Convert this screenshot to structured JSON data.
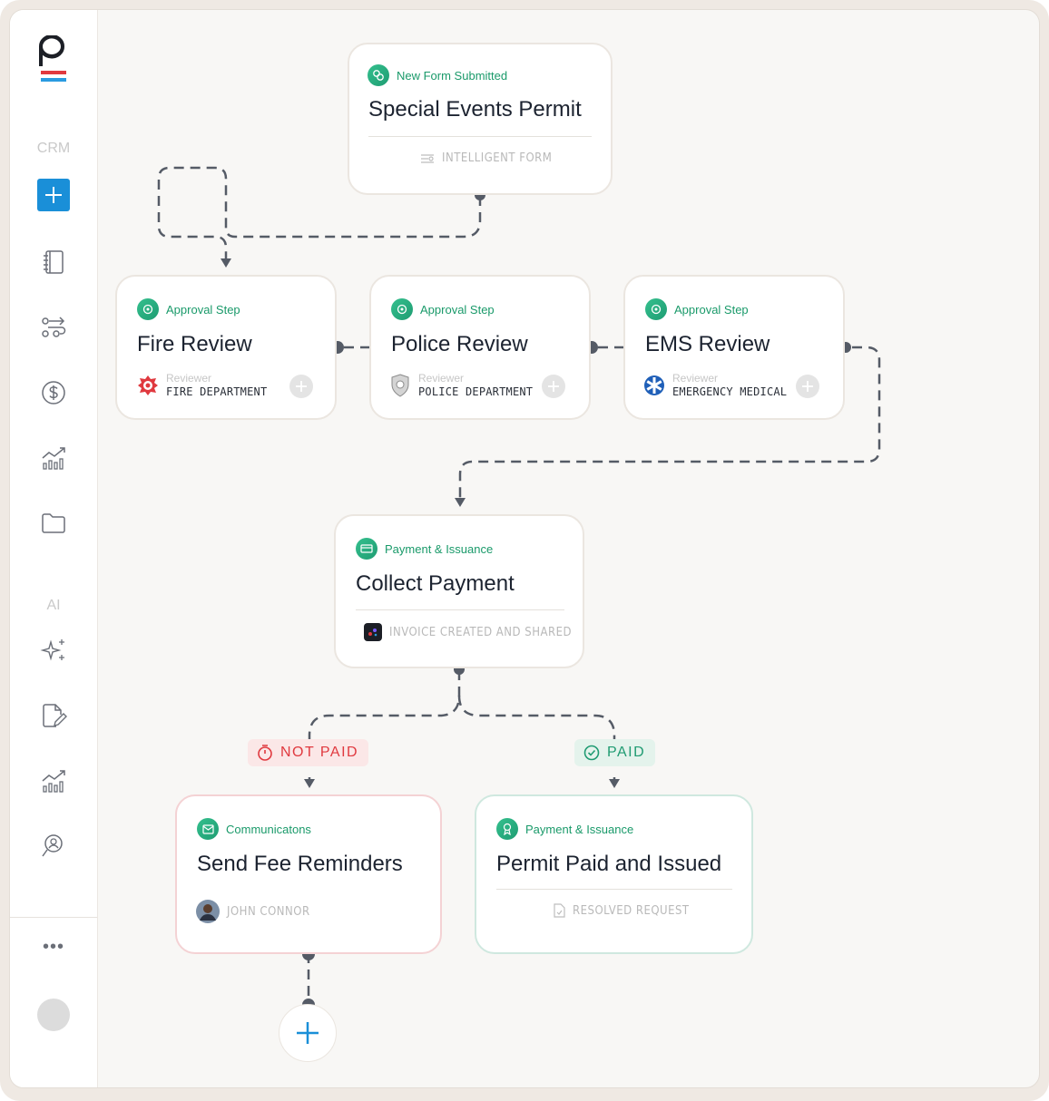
{
  "sidebar": {
    "crm_label": "CRM",
    "ai_label": "AI",
    "more_label": "•••",
    "icons": [
      "add-icon",
      "notebook-icon",
      "workflow-icon",
      "dollar-icon",
      "analytics-icon",
      "folder-icon",
      "sparkle-icon",
      "edit-document-icon",
      "analytics-icon",
      "search-person-icon"
    ]
  },
  "nodes": {
    "trigger": {
      "tag": "New Form Submitted",
      "title": "Special Events Permit",
      "footer": "INTELLIGENT FORM"
    },
    "fire": {
      "tag": "Approval Step",
      "title": "Fire Review",
      "reviewer_label": "Reviewer",
      "reviewer": "FIRE DEPARTMENT"
    },
    "police": {
      "tag": "Approval Step",
      "title": "Police Review",
      "reviewer_label": "Reviewer",
      "reviewer": "POLICE DEPARTMENT"
    },
    "ems": {
      "tag": "Approval Step",
      "title": "EMS Review",
      "reviewer_label": "Reviewer",
      "reviewer": "EMERGENCY MEDICAL"
    },
    "payment": {
      "tag": "Payment & Issuance",
      "title": "Collect Payment",
      "footer": "INVOICE CREATED AND SHARED"
    },
    "reminders": {
      "tag": "Communicatons",
      "title": "Send Fee Reminders",
      "footer": "JOHN CONNOR"
    },
    "issued": {
      "tag": "Payment & Issuance",
      "title": "Permit Paid and Issued",
      "footer": "RESOLVED REQUEST"
    }
  },
  "branches": {
    "not_paid": "NOT PAID",
    "paid": "PAID"
  },
  "colors": {
    "accent": "#1a8fd8",
    "tag_green": "#1a9a6a",
    "not_paid_red": "#e0393f",
    "paid_green": "#1f9b72",
    "connector": "#555b66"
  }
}
